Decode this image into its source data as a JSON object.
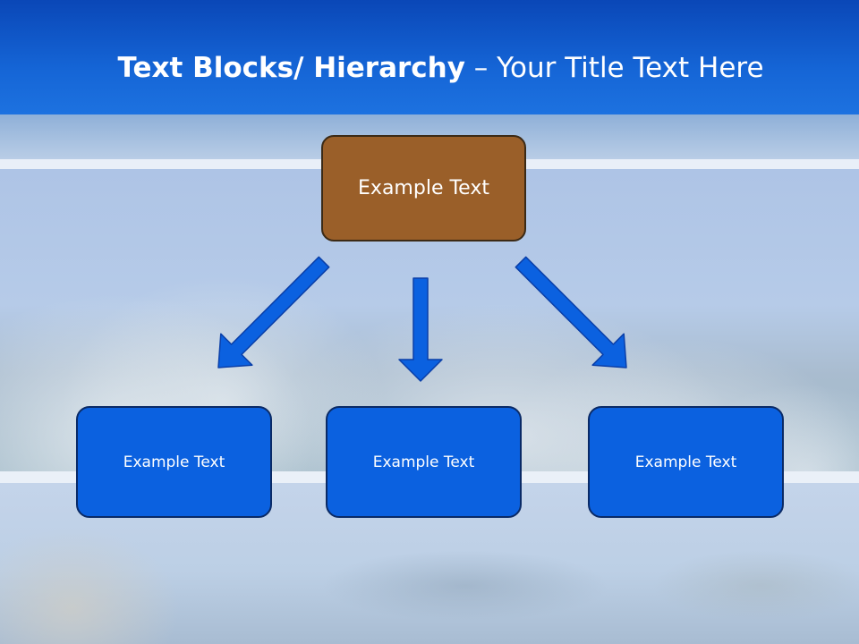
{
  "title": {
    "bold_part": "Text Blocks/ Hierarchy",
    "rest_part": " – Your Title Text Here"
  },
  "diagram": {
    "root": {
      "label": "Example Text"
    },
    "children": [
      {
        "label": "Example Text"
      },
      {
        "label": "Example Text"
      },
      {
        "label": "Example Text"
      }
    ]
  },
  "colors": {
    "header": "#1565d6",
    "root_box": "#9a5f29",
    "child_box": "#0b61e0",
    "arrow": "#0b61e0"
  }
}
